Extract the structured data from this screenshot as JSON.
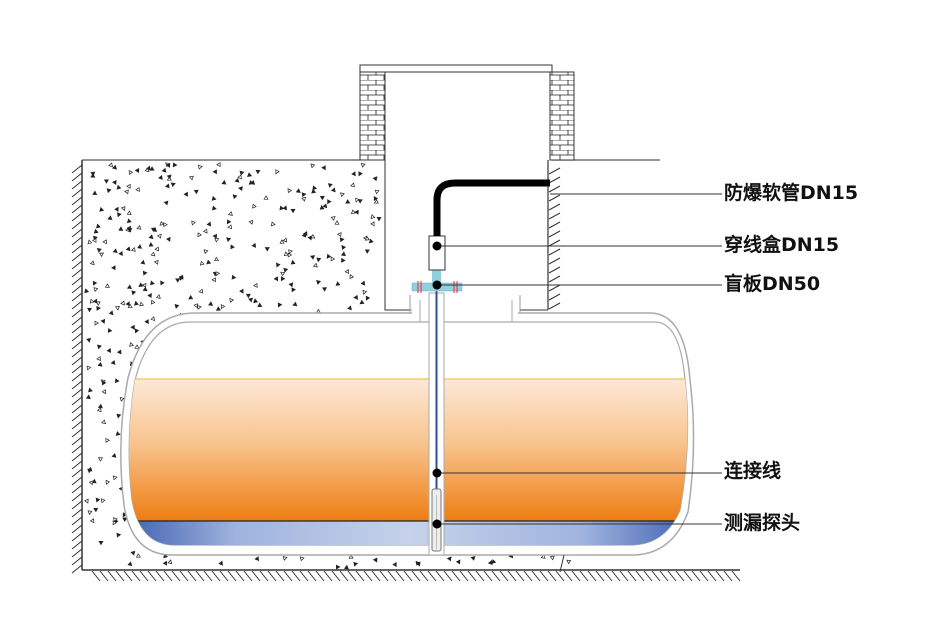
{
  "labels": {
    "hose": "防爆软管DN15",
    "junction_box": "穿线盒DN15",
    "blind_plate": "盲板DN50",
    "cable": "连接线",
    "probe": "测漏探头"
  },
  "colors": {
    "fuel_top": "#fde6d2",
    "fuel_bottom": "#ee7d12",
    "water_dark": "#3d5fb0",
    "water_light": "#c2cfe8",
    "plate": "#8fd0e0",
    "bolt": "#e03030"
  }
}
